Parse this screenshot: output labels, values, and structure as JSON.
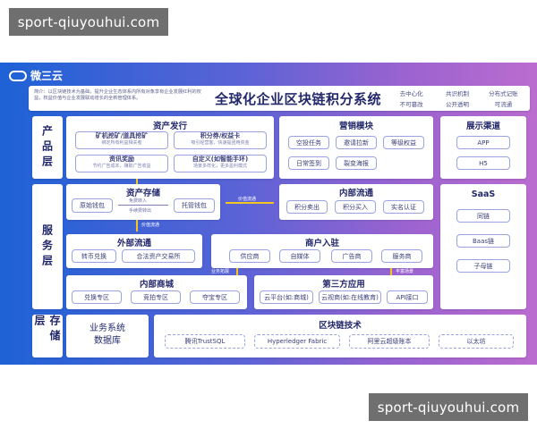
{
  "watermarks": [
    "sport-qiuyouhui.com",
    "sport-qiuyouhui.com"
  ],
  "logo": "微三云",
  "header": {
    "description": "简介：以区块链技术为基础，提升企业生态体系内所有对象享有企业发展红利的权益，权益价值与企业发展联动增长的全新管理体系。",
    "title": "全球化企业区块链积分系统",
    "tags": [
      "去中心化",
      "共识机制",
      "分布式记账",
      "不可篡改",
      "公开透明",
      "可流通"
    ]
  },
  "rows": [
    "产品层",
    "服务层",
    "存储层"
  ],
  "asset_issue": {
    "title": "资产发行",
    "items": [
      {
        "title": "矿机挖矿/道具挖矿",
        "sub": "绑定所有利益相关者"
      },
      {
        "title": "积分券/权益卡",
        "sub": "吸引经营客，快速提团用资金"
      },
      {
        "title": "资讯奖励",
        "sub": "节约广告成本，赚取广告收益"
      },
      {
        "title": "自定义(如智能手环)",
        "sub": "场景多样化，更多盈利模式"
      }
    ]
  },
  "marketing": {
    "title": "营销模块",
    "items": [
      "空投任务",
      "邀请拉新",
      "等级权益",
      "日常签到",
      "裂变海报"
    ]
  },
  "channels": {
    "title": "展示渠道",
    "items": [
      "APP",
      "H5"
    ]
  },
  "storage": {
    "title": "资产存储",
    "items": [
      "原始钱包",
      "托管钱包"
    ],
    "notes": [
      "免费转入",
      "手续费转出"
    ]
  },
  "internal_circ": {
    "title": "内部流通",
    "items": [
      "积分卖出",
      "积分买入",
      "实名认证"
    ]
  },
  "saas": {
    "title": "SaaS",
    "items": [
      "同链",
      "Baas链",
      "子母链"
    ]
  },
  "external_circ": {
    "title": "外部流通",
    "items": [
      "转币兑换",
      "合法资产交易所"
    ]
  },
  "merchant": {
    "title": "商户入驻",
    "items": [
      "供应商",
      "自媒体",
      "广告商",
      "服务商"
    ]
  },
  "mall": {
    "title": "内部商城",
    "items": [
      "兑换专区",
      "竞拍专区",
      "夺宝专区"
    ]
  },
  "third_party": {
    "title": "第三方应用",
    "items": [
      "云平台(如:商城)",
      "云视商(如:在线教育)",
      "API接口"
    ]
  },
  "arrow_labels": {
    "value_flow_1": "价值流通",
    "value_flow_2": "价值流通",
    "biz_expand": "业务拓展",
    "biz_expand_2": "丰富场景"
  },
  "business_db": {
    "title": "业务系统",
    "sub": "数据库"
  },
  "blockchain": {
    "title": "区块链技术",
    "items": [
      "腾讯TrustSQL",
      "Hyperledger Fabric",
      "阿里云超级账本",
      "以太坊"
    ]
  }
}
